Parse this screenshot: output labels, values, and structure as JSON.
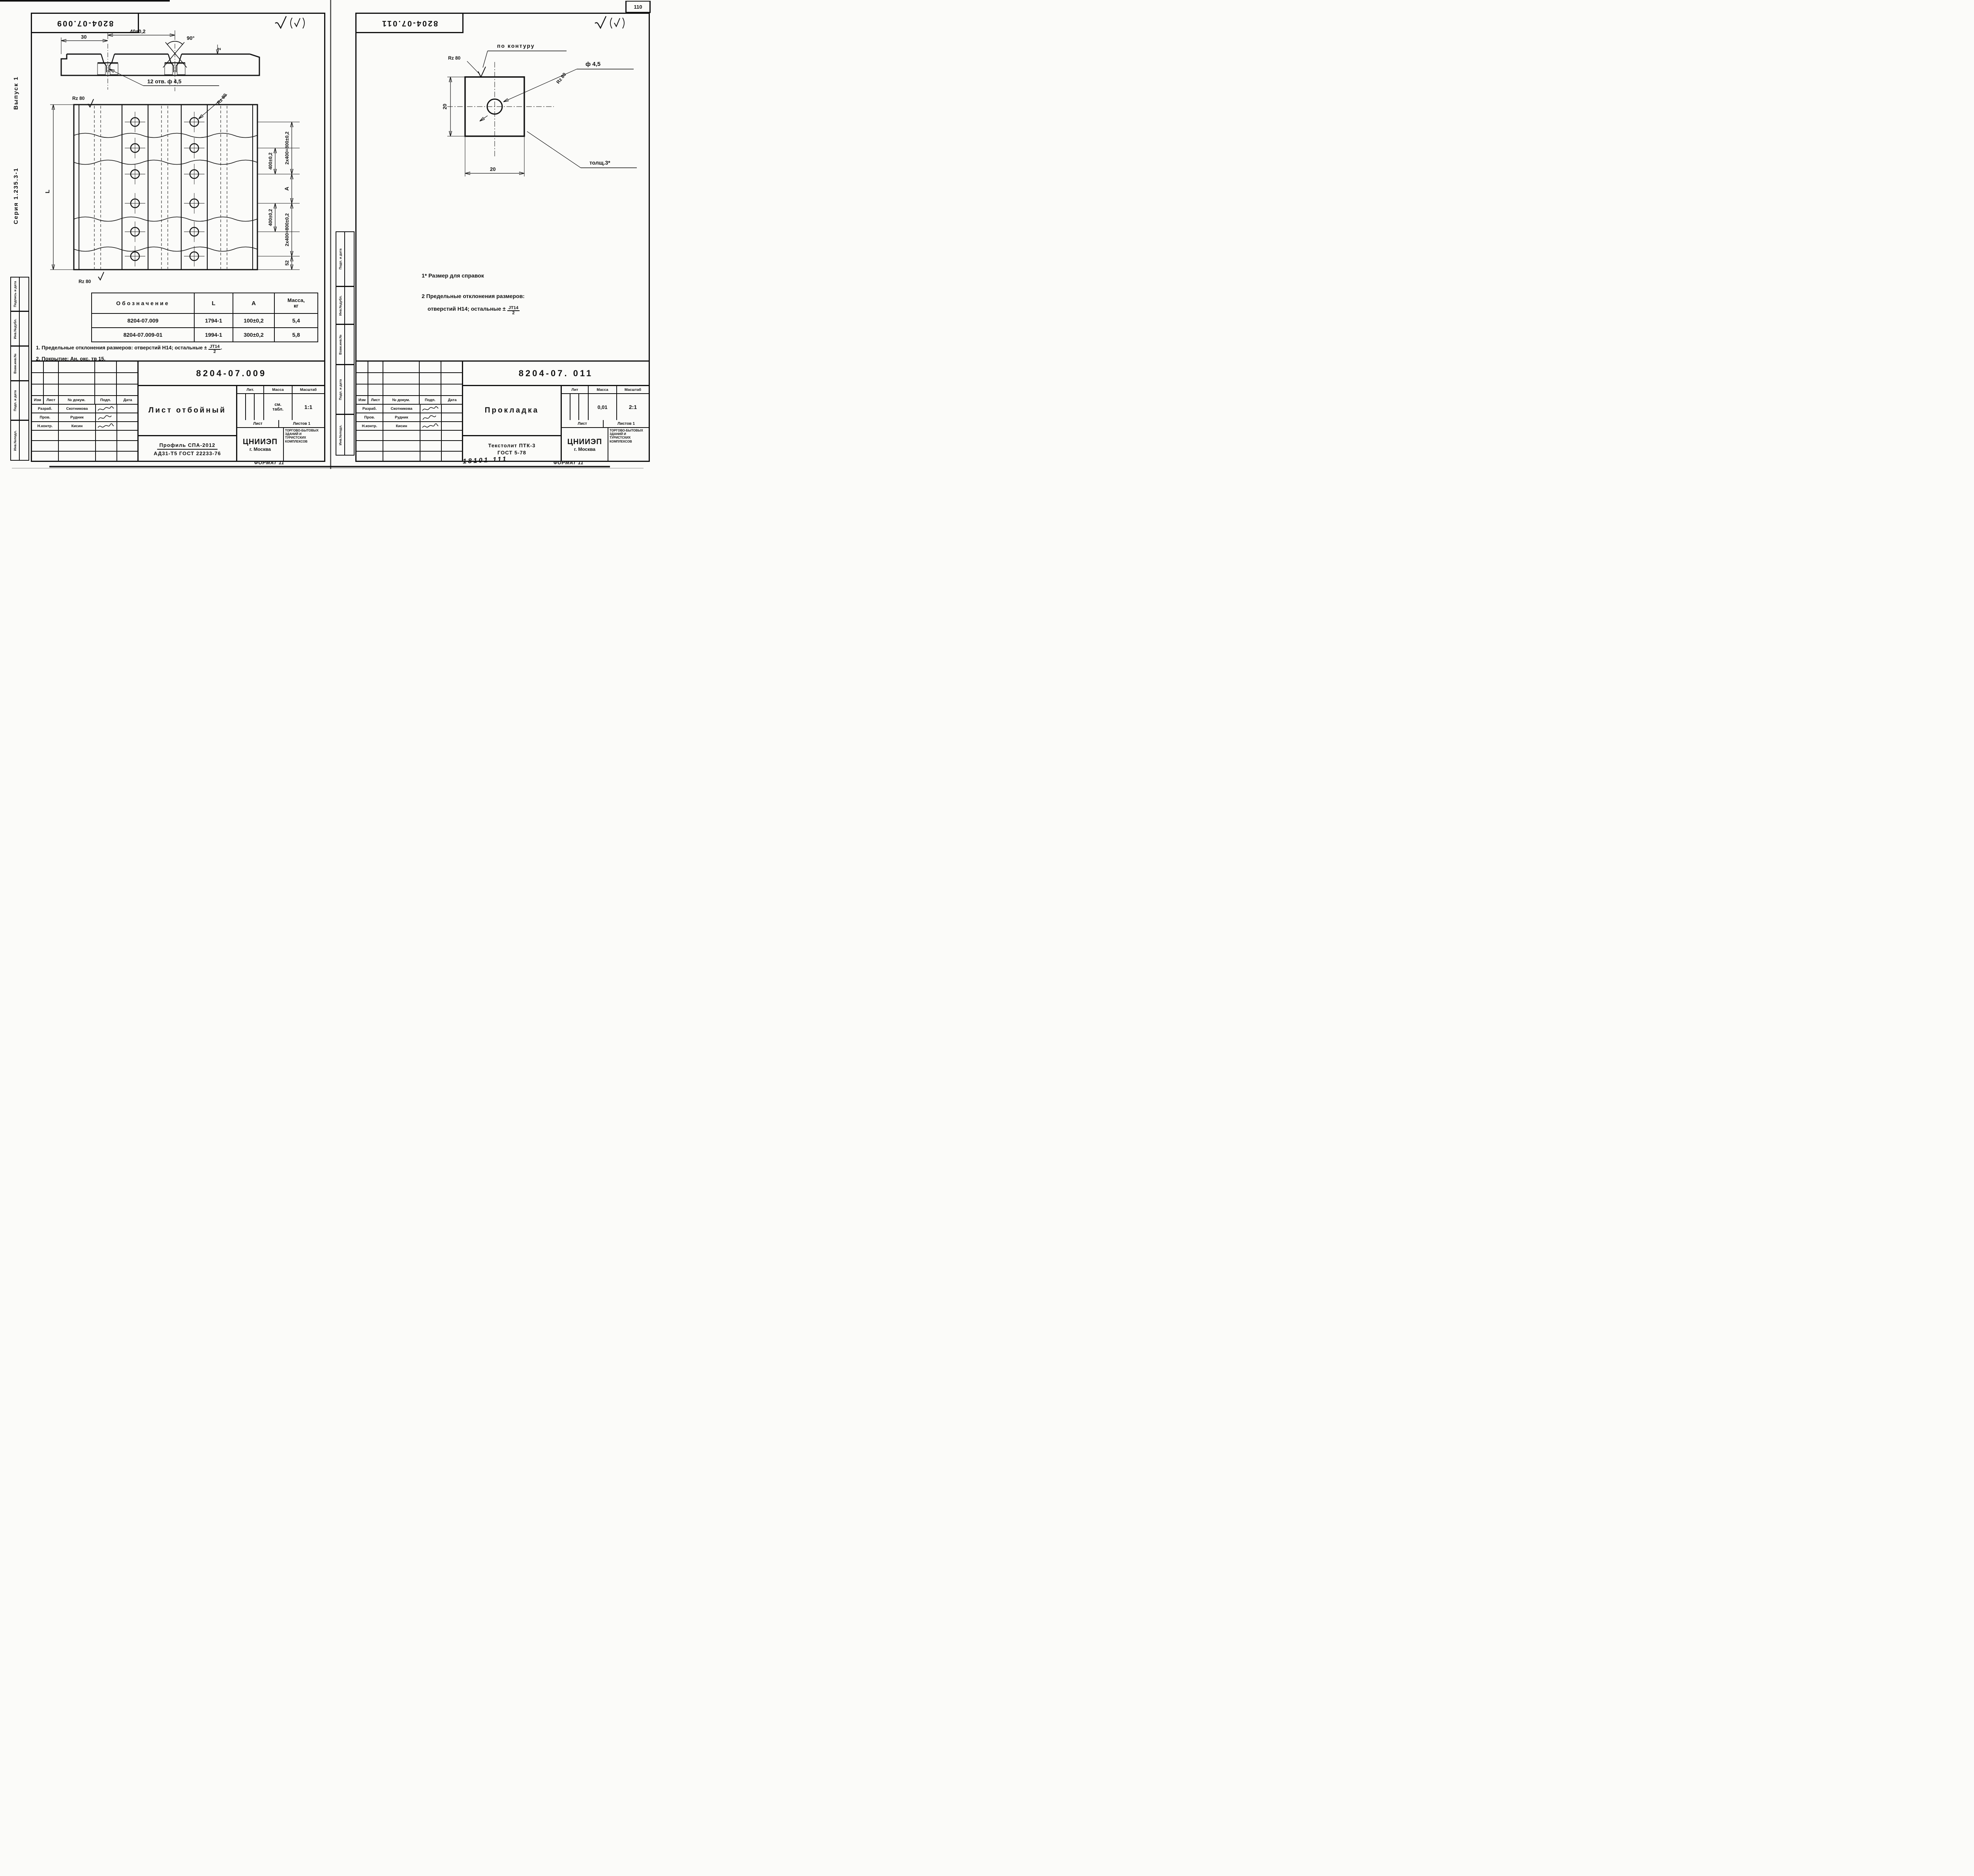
{
  "page": {
    "corner_number": "110"
  },
  "icons": {
    "surface_roughness_default": "check-mark with (check-mark)",
    "roughness_check": "check-mark",
    "signature": "handwritten-scribble"
  },
  "left": {
    "stamp": "8204-07.009",
    "series": "Серия 1.235.3-1",
    "issue": "Выпуск 1",
    "margin_labels": [
      "Подпись и дата",
      "Инв.№дубл.",
      "Взам.инв.№",
      "Подп. и дата",
      "Инв.№подл."
    ],
    "section": {
      "dim30": "30",
      "dim40": "40±0,2",
      "angle": "90°",
      "dim2": "2",
      "callout": "12 отв. ф 4,5"
    },
    "plan": {
      "rz": "Rz 80",
      "rz_hole": "Rz 80",
      "rz_bottom": "Rz 80",
      "dimL": "L",
      "d400a": "400±0,2",
      "d800a": "2x400=800±0,2",
      "dA": "A",
      "d400b": "400±0,2",
      "d800b": "2x400=800±0,2",
      "d52": "52"
    },
    "table": {
      "h_designation": "Обозначение",
      "h_L": "L",
      "h_A": "A",
      "h_mass1": "Масса,",
      "h_mass2": "кг",
      "rows": [
        [
          "8204-07.009",
          "1794-1",
          "100±0,2",
          "5,4"
        ],
        [
          "8204-07.009-01",
          "1994-1",
          "300±0,2",
          "5,8"
        ]
      ]
    },
    "note1": "1. Предельные отклонения размеров: отверстий Н14; остальные ±",
    "note1_end": ".",
    "note2": "2. Покрытие: Ан. окс. тв 15.",
    "frac_num": "JT14",
    "frac_den": "2",
    "tb": {
      "doc": "8204-07.009",
      "title": "Лист отбойный",
      "mat1": "Профиль СПА-2012",
      "mat2": "АД31-Т5 ГОСТ 22233-76",
      "rev": [
        "Изм",
        "Лист",
        "№ докум.",
        "Подп.",
        "Дата"
      ],
      "rows": [
        [
          "Разраб.",
          "Скотникова"
        ],
        [
          "Пров.",
          "Рудник"
        ],
        [
          "Н.контр.",
          "Кисин"
        ]
      ],
      "lit": "Лит.",
      "mass": "Масса",
      "scale": "Масштаб",
      "mass_v": "см. табл.",
      "scale_v": "1:1",
      "sheet": "Лист",
      "sheets": "Листов 1",
      "org": "ЦНИИЭП",
      "city": "г. Москва",
      "org_desc": "торгово-бытовых зданий и туристских комплексов",
      "format": "ФОРМАТ 11"
    }
  },
  "right": {
    "stamp": "8204-07.011",
    "margin_labels": [
      "Подп. и дата",
      "Инв.№дубл.",
      "Взам.инв.№",
      "Подп. и дата",
      "Инв.№подл."
    ],
    "draw": {
      "contour": "по контуру",
      "rz1": "Rz 80",
      "rz2": "Rz 80",
      "dia": "ф 4,5",
      "thick": "толщ.3*",
      "w": "20",
      "h": "20"
    },
    "note1": "1*  Размер для справок",
    "note2a": "2  Предельные отклонения размеров:",
    "note2b": "отверстий Н14; остальные ±",
    "frac_num": "JT14",
    "frac_den": "2",
    "handwritten": "18101   111",
    "tb": {
      "doc": "8204-07. 011",
      "title": "Прокладка",
      "mat1": "Текстолит ПТК-3",
      "mat2": "ГОСТ 5-78",
      "rev": [
        "Изм",
        "Лист",
        "№ докум.",
        "Подп.",
        "Дата"
      ],
      "rows": [
        [
          "Разраб.",
          "Скотникова"
        ],
        [
          "Пров.",
          "Рудник"
        ],
        [
          "Н.контр.",
          "Кисин"
        ]
      ],
      "lit": "Лит",
      "mass": "Масса",
      "scale": "Масштаб",
      "mass_v": "0,01",
      "scale_v": "2:1",
      "sheet": "Лист",
      "sheets": "Листов 1",
      "org": "ЦНИИЭП",
      "city": "г. Москва",
      "org_desc": "торгово-бытовых зданий и туристских комплексов",
      "format": "ФОРМАТ 11"
    }
  }
}
